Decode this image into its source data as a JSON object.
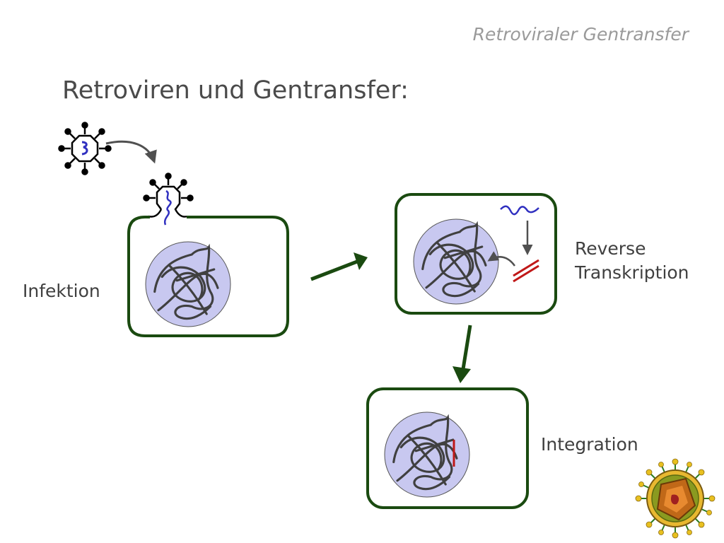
{
  "slide": {
    "header_title": "Retroviraler Gentransfer",
    "title": "Retroviren und Gentransfer:"
  },
  "steps": {
    "infection_label": "Infektion",
    "reverse_transcription_label_line1": "Reverse",
    "reverse_transcription_label_line2": "Transkription",
    "integration_label": "Integration"
  },
  "colors": {
    "cell_border": "#1a4a10",
    "nucleus_fill": "#c8c8f0",
    "chromatin": "#404040",
    "arrow": "#1a4a10",
    "viral_rna": "#3030c0",
    "dna": "#c01818"
  },
  "icons": {
    "virus": "virus-icon",
    "logo": "hiv-virus-logo-icon"
  }
}
